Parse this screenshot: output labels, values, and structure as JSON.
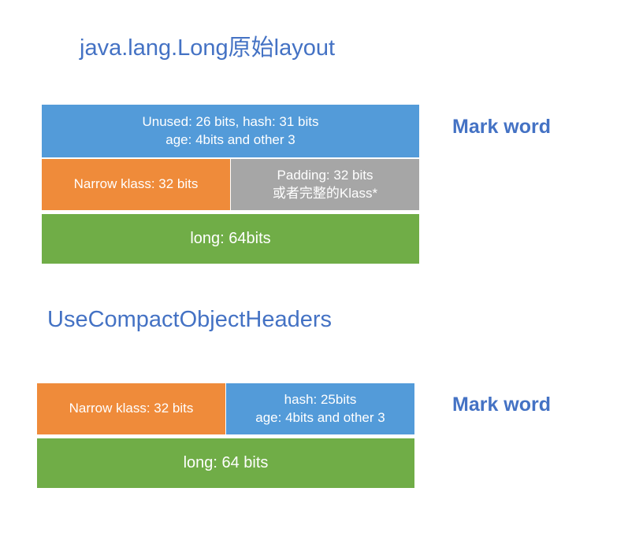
{
  "diagram1": {
    "title": "java.lang.Long原始layout",
    "mark_word_label": "Mark word",
    "blocks": {
      "markword_line1": "Unused: 26 bits, hash: 31 bits",
      "markword_line2": "age: 4bits and other 3",
      "narrow_klass": "Narrow klass: 32 bits",
      "padding_line1": "Padding: 32 bits",
      "padding_line2": "或者完整的Klass*",
      "long": "long: 64bits"
    }
  },
  "diagram2": {
    "title": "UseCompactObjectHeaders",
    "mark_word_label": "Mark word",
    "blocks": {
      "narrow_klass": "Narrow klass: 32 bits",
      "hash_line1": "hash: 25bits",
      "hash_line2": "age: 4bits and other 3",
      "long": "long: 64 bits"
    }
  },
  "colors": {
    "title_blue": "#4472c4",
    "block_blue": "#539bd9",
    "block_orange": "#ef8b3a",
    "block_gray": "#a6a6a6",
    "block_green": "#70ad47"
  }
}
